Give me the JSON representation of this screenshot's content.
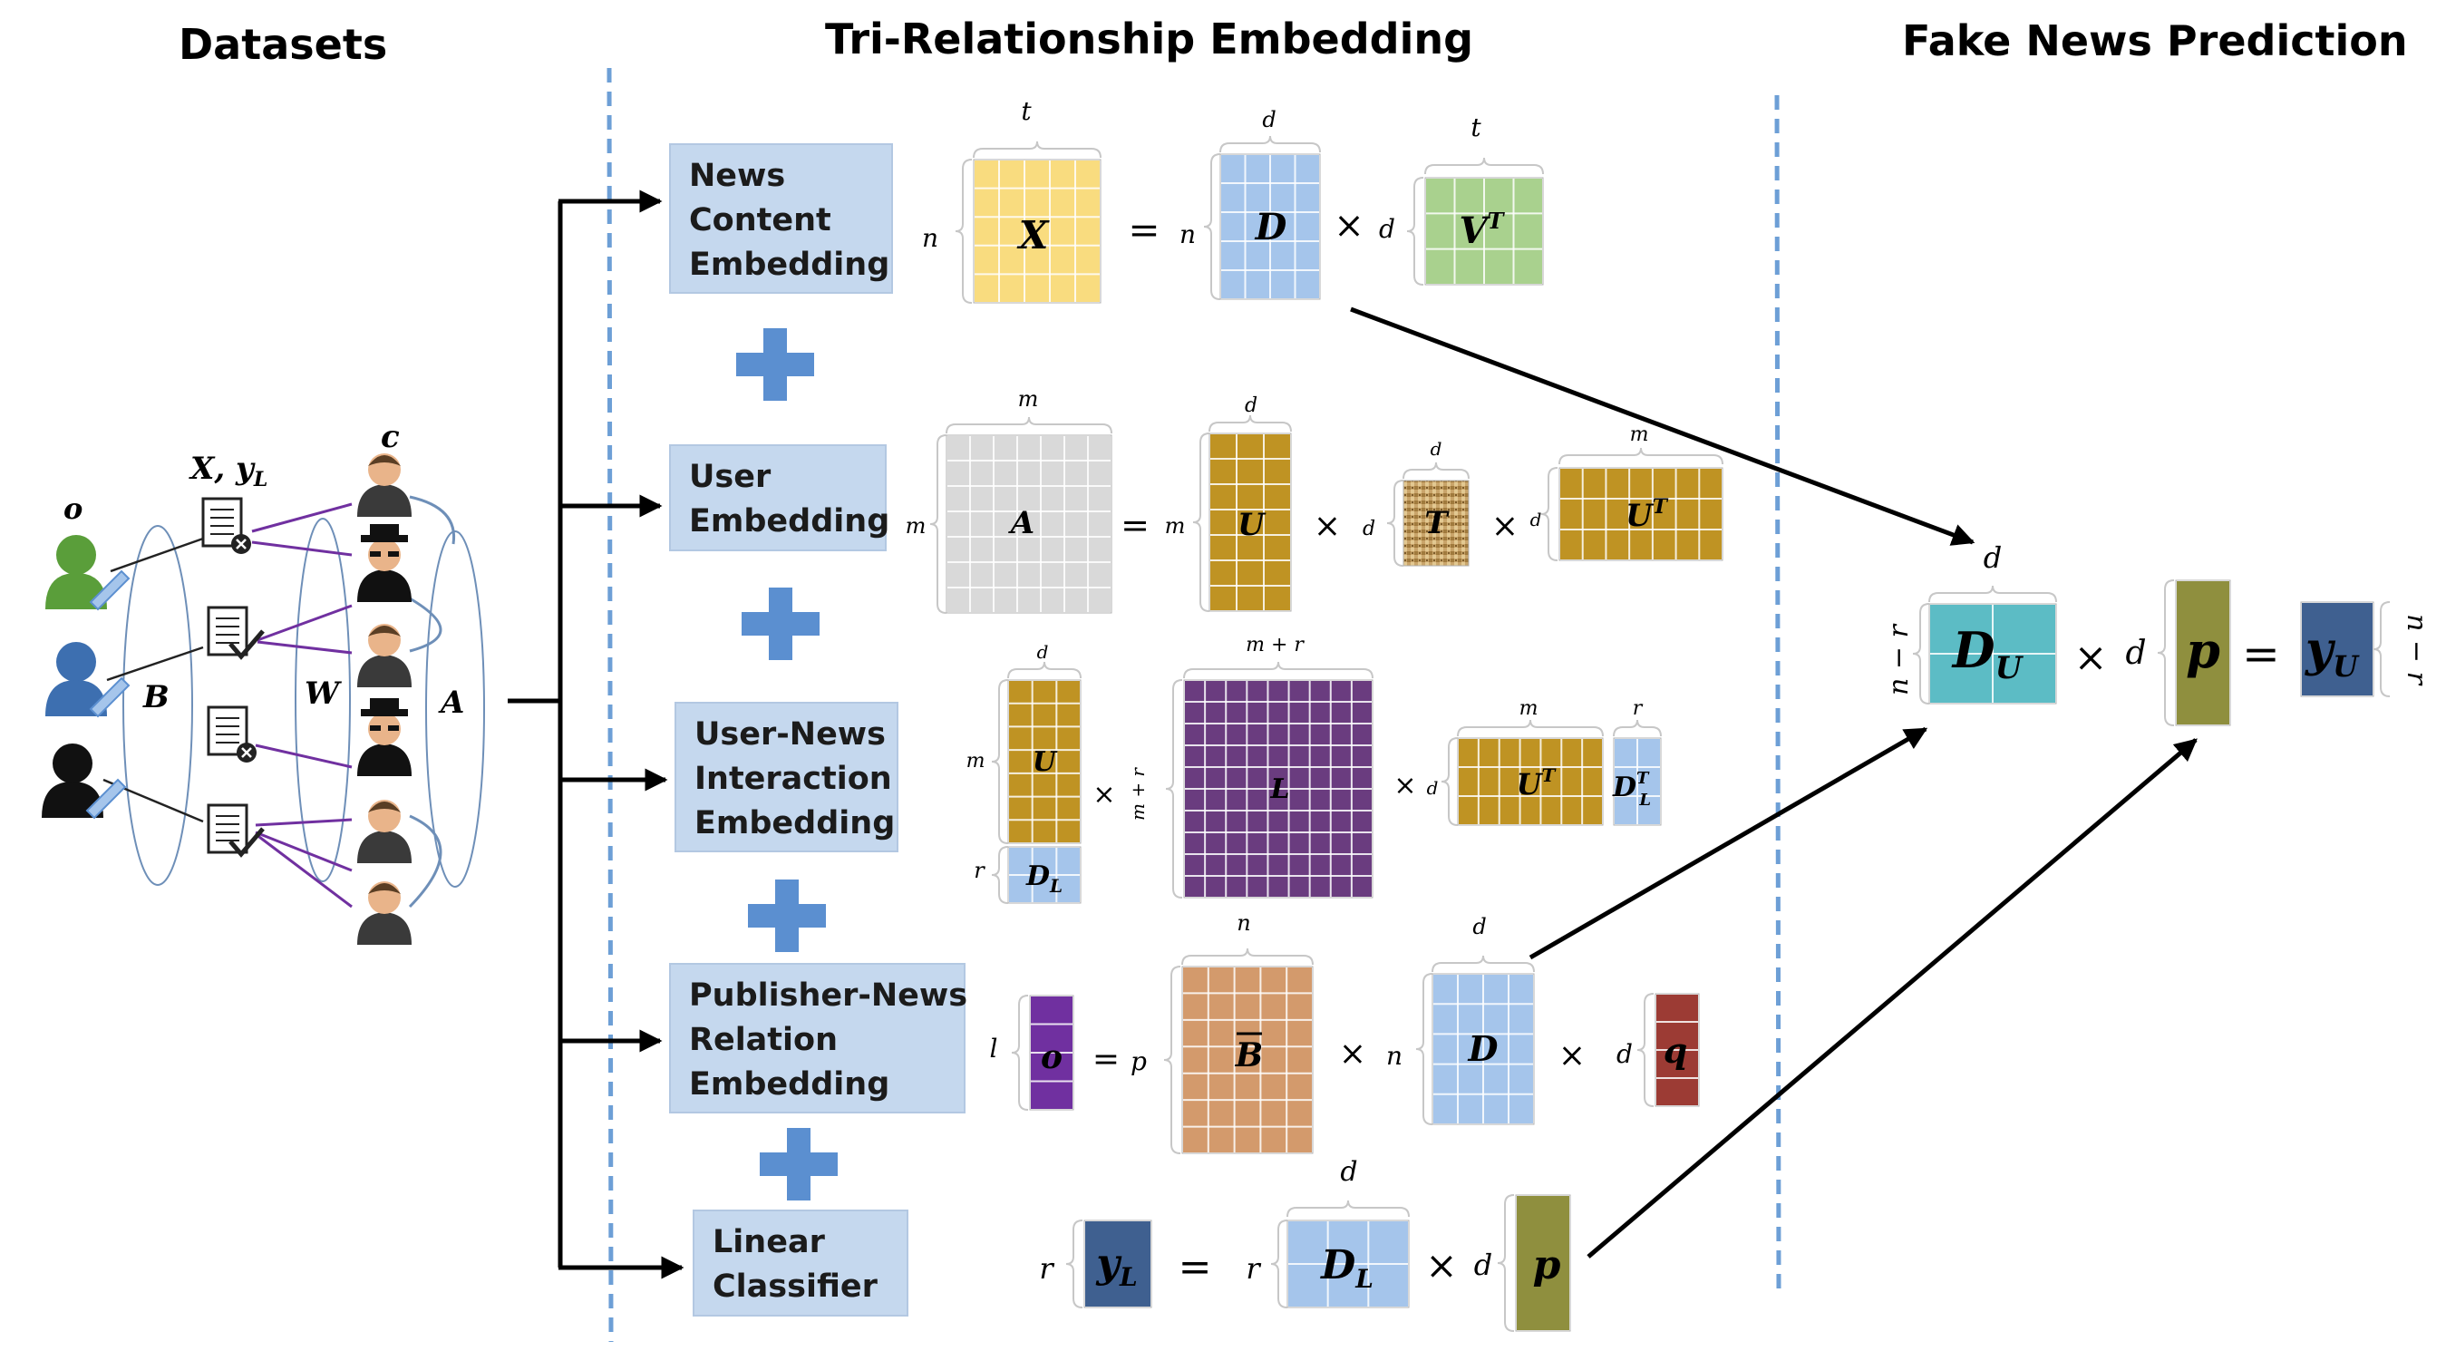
{
  "sections": {
    "datasets": "Datasets",
    "tri": "Tri-Relationship Embedding",
    "fake": "Fake News Prediction"
  },
  "dataset_labels": {
    "o": "o",
    "X_yL": "X, y",
    "X_yL_sub": "L",
    "c": "c",
    "B": "B",
    "W": "W",
    "A": "A"
  },
  "boxes": {
    "news_content": [
      "News",
      "Content",
      "Embedding"
    ],
    "user": [
      "User",
      "Embedding"
    ],
    "user_news": [
      "User-News",
      "Interaction",
      "Embedding"
    ],
    "publisher_news": [
      "Publisher-News",
      "Relation",
      "Embedding"
    ],
    "linear": [
      "Linear",
      "Classifier"
    ]
  },
  "colors": {
    "yellow": "#f9dc7f",
    "blue": "#a5c5eb",
    "green": "#a9d18e",
    "gray": "#d9d9d9",
    "gold": "#bf9323",
    "purple": "#6a3c7f",
    "violet": "#7030a0",
    "tan": "#d39a6c",
    "maroon": "#9c3b34",
    "navy": "#3f6090",
    "teal": "#5cbcc5",
    "olive": "#8f8f3e",
    "divider": "#6d9fd6",
    "boxfill": "#c5d8ee",
    "plus": "#5b8fd0"
  },
  "eq1": {
    "n1": "n",
    "X": "X",
    "t1": "t",
    "eq": "=",
    "n2": "n",
    "D": "D",
    "d1": "d",
    "times": "×",
    "d2": "d",
    "V": "V",
    "Vsup": "T",
    "t2": "t"
  },
  "eq2": {
    "m1": "m",
    "A": "A",
    "mtop": "m",
    "eq": "=",
    "m2": "m",
    "U": "U",
    "dU": "d",
    "x1": "×",
    "d3": "d",
    "T": "T",
    "dT": "d",
    "x2": "×",
    "d4": "d",
    "UT": "U",
    "UTsup": "T",
    "mUT": "m"
  },
  "eq3": {
    "d": "d",
    "m": "m",
    "U": "U",
    "r": "r",
    "DL": "D",
    "DLsub": "L",
    "x1": "×",
    "mr_side": "m + r",
    "mr_top": "m + r",
    "L": "L",
    "x2": "×",
    "d2": "d",
    "UT": "U",
    "UTsup": "T",
    "mUT": "m",
    "DLT": "D",
    "DLTsup": "T",
    "DLTsub": "L",
    "rDLT": "r"
  },
  "eq4": {
    "l": "l",
    "o": "o",
    "eq": "=",
    "p": "p",
    "Bbar": "B",
    "nB": "n",
    "x1": "×",
    "n2": "n",
    "D": "D",
    "dD": "d",
    "x2": "×",
    "d2": "d",
    "q": "q"
  },
  "eq5": {
    "r": "r",
    "yL": "y",
    "yLsub": "L",
    "eq": "=",
    "r2": "r",
    "DL": "D",
    "DLsub": "L",
    "dDL": "d",
    "x": "×",
    "d2": "d",
    "p": "p"
  },
  "pred": {
    "nr_left": "n − r",
    "DU": "D",
    "DUsub": "U",
    "dtop": "d",
    "x": "×",
    "d": "d",
    "p": "p",
    "eq": "=",
    "yU": "y",
    "yUsub": "U",
    "nr_right": "n − r"
  }
}
